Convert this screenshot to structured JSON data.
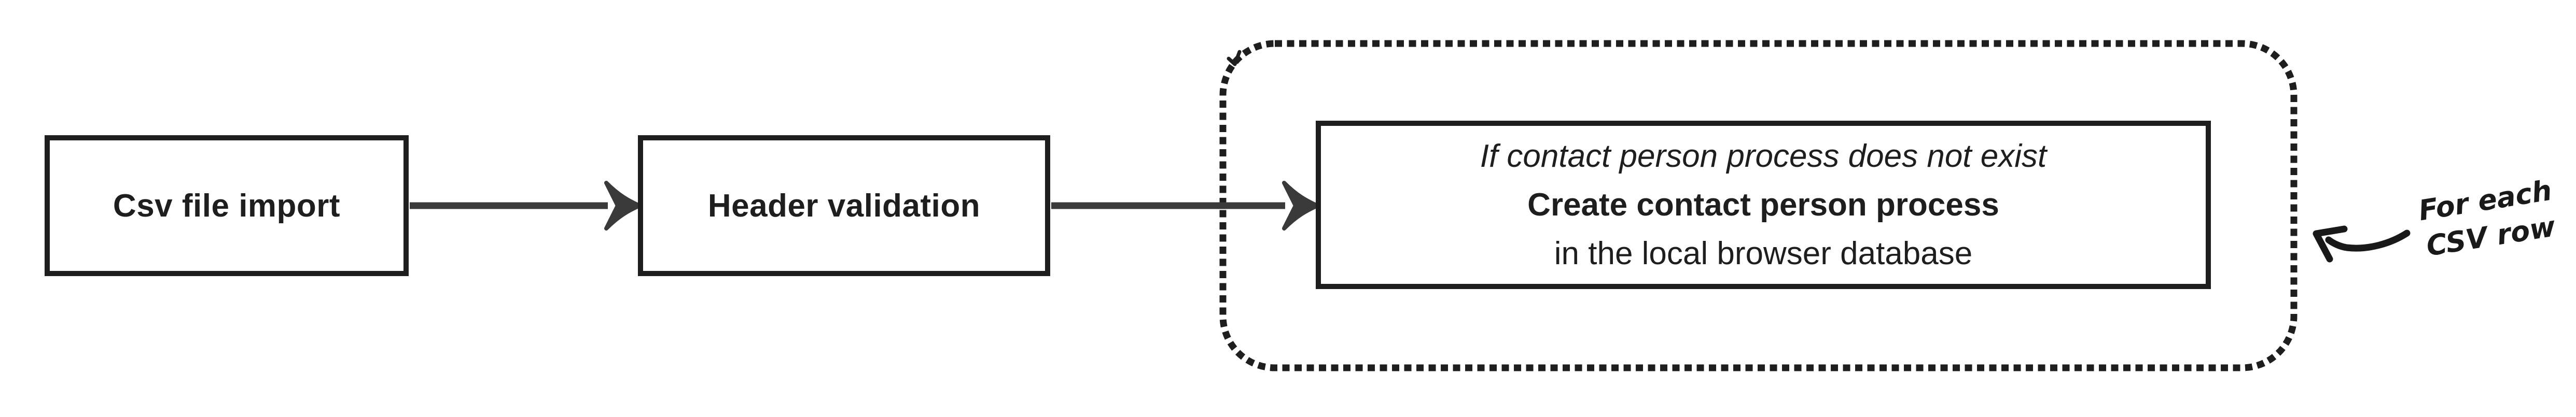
{
  "colors": {
    "bg": "#ffffff",
    "ink": "#1e1e1e",
    "arrow": "#3a3a3a"
  },
  "flow": {
    "node_csv": {
      "label": "Csv file import"
    },
    "node_header": {
      "label": "Header validation"
    },
    "node_create": {
      "line_condition": "If contact person process does not exist",
      "line_action": "Create contact person process",
      "line_location": "in the local browser database"
    },
    "annotation": {
      "line1": "For each",
      "line2": "CSV row"
    }
  }
}
